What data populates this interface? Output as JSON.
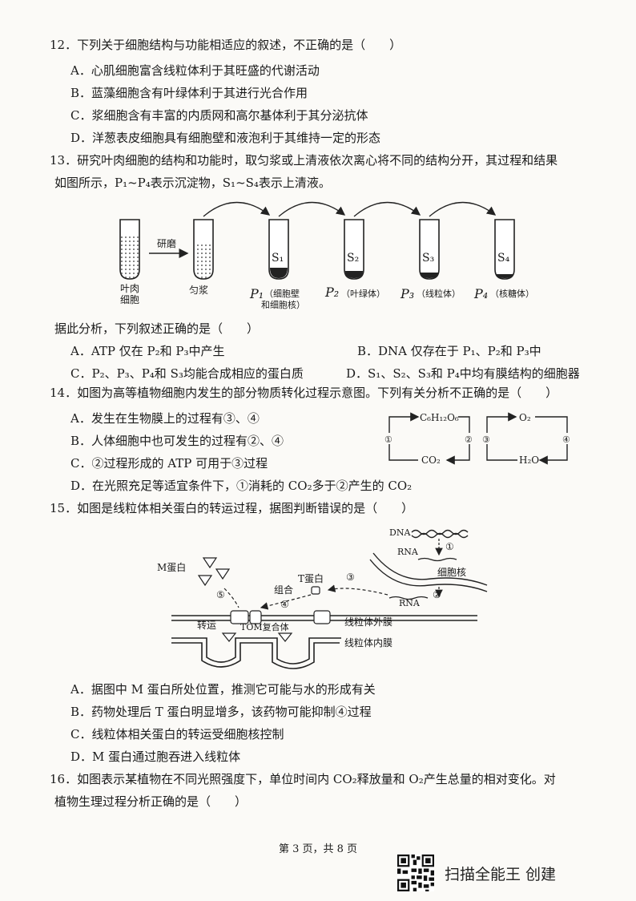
{
  "q12": {
    "stem": "12．下列关于细胞结构与功能相适应的叙述，不正确的是（　　）",
    "options": [
      "A．心肌细胞富含线粒体利于其旺盛的代谢活动",
      "B．蓝藻细胞含有叶绿体利于其进行光合作用",
      "C．浆细胞含有丰富的内质网和高尔基体利于其分泌抗体",
      "D．洋葱表皮细胞具有细胞壁和液泡利于其维持一定的形态"
    ]
  },
  "q13": {
    "stem1": "13．研究叶肉细胞的结构和功能时，取匀浆或上清液依次离心将不同的结构分开，其过程和结果",
    "stem2": "如图所示，P₁~P₄表示沉淀物，S₁~S₄表示上清液。",
    "fig": {
      "cell_label_1": "叶肉",
      "cell_label_2": "细胞",
      "grind": "研磨",
      "homogenate": "匀浆",
      "s1": "S₁",
      "s2": "S₂",
      "s3": "S₃",
      "s4": "S₄",
      "p1": "P₁",
      "p1_label1": "（细胞壁",
      "p1_label2": "和细胞核）",
      "p2": "P₂",
      "p2_label": "（叶绿体）",
      "p3": "P₃",
      "p3_label": "（线粒体）",
      "p4": "P₄",
      "p4_label": "（核糖体）"
    },
    "stem3": "据此分析，下列叙述正确的是（　　）",
    "opt_a": "A．ATP 仅在 P₂和 P₃中产生",
    "opt_b": "B．DNA 仅存在于 P₁、P₂和 P₃中",
    "opt_c": "C．P₂、P₃、P₄和 S₃均能合成相应的蛋白质",
    "opt_d": "D．S₁、S₂、S₃和 P₄中均有膜结构的细胞器"
  },
  "q14": {
    "stem": "14．如图为高等植物细胞内发生的部分物质转化过程示意图。下列有关分析不正确的是（　　）",
    "options": [
      "A．发生在生物膜上的过程有③、④",
      "B．人体细胞中也可发生的过程有②、④",
      "C．②过程形成的 ATP 可用于③过程",
      "D．在光照充足等适宜条件下，①消耗的 CO₂多于②产生的 CO₂"
    ],
    "fig": {
      "glucose": "C₆H₁₂O₆",
      "co2": "CO₂",
      "o2": "O₂",
      "h2o": "H₂O",
      "n1": "①",
      "n2": "②",
      "n3": "③",
      "n4": "④"
    }
  },
  "q15": {
    "stem": "15．如图是线粒体相关蛋白的转运过程，据图判断错误的是（　　）",
    "fig": {
      "dna": "DNA",
      "rna1": "RNA",
      "rna2": "RNA",
      "nucleus": "细胞核",
      "m_protein": "M蛋白",
      "t_protein": "T蛋白",
      "combine": "组合",
      "transport": "转运",
      "tom": "TOM复合体",
      "outer": "线粒体外膜",
      "inner": "线粒体内膜",
      "n1": "①",
      "n2": "②",
      "n3": "③",
      "n4": "④",
      "n5": "⑤"
    },
    "options": [
      "A．据图中 M 蛋白所处位置，推测它可能与水的形成有关",
      "B．药物处理后 T 蛋白明显增多，该药物可能抑制④过程",
      "C．线粒体相关蛋白的转运受细胞核控制",
      "D．M 蛋白通过胞吞进入线粒体"
    ]
  },
  "q16": {
    "stem1": "16．如图表示某植物在不同光照强度下，单位时间内 CO₂释放量和 O₂产生总量的相对变化。对",
    "stem2": "植物生理过程分析正确的是（　　）"
  },
  "footer": "第 3 页，共 8 页",
  "brand": "扫描全能王 创建"
}
